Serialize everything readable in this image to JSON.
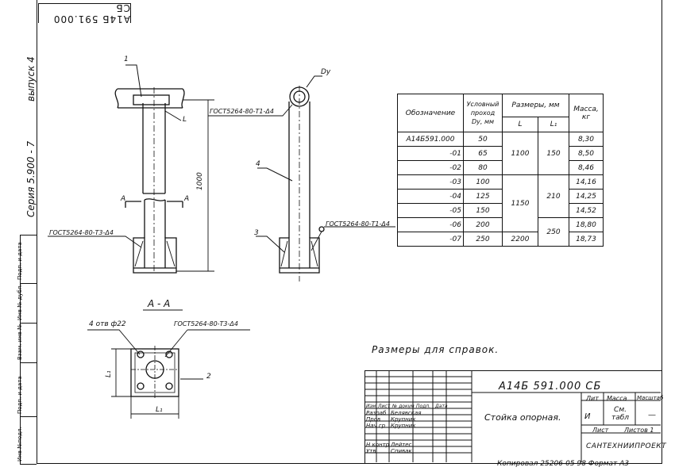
{
  "top_stamp": "А14Б 591.000 СБ",
  "side_labels": {
    "series": "Серия 5.900 - 7",
    "issue": "выпуск 4"
  },
  "side_strip": [
    "Инв №подл.",
    "Подп. и дата",
    "Взам. инв №",
    "Инв № дубл.",
    "Подп. и дата"
  ],
  "labels": {
    "pos1": "1",
    "L": "L",
    "A_left": "А",
    "A_right": "А",
    "dim_1000": "1000",
    "gost_t1_d4_top": "ГОСТ5264-80-Т1-Δ4",
    "gost_t3_d4_left": "ГОСТ5264-80-Т3-Δ4",
    "dy": "Dу",
    "pos4": "4",
    "pos3": "3",
    "gost_t1_d4_bottom": "ГОСТ5264-80-Т1-Δ4",
    "section": "А - А",
    "holes": "4 отв ф22",
    "gost_t3_d4_section": "ГОСТ5264-80-Т3-Δ4",
    "L1_left": "L₁",
    "L1_bottom": "L₁",
    "pos2": "2"
  },
  "table": {
    "headers": {
      "designation": "Обозначение",
      "passage": "Условный проход Dу, мм",
      "dims": "Размеры, мм",
      "L": "L",
      "L1": "L₁",
      "mass": "Масса, кг"
    },
    "rows": [
      {
        "des": "А14Б591.000",
        "dy": "50",
        "L": "",
        "L1": "",
        "mass": "8,30"
      },
      {
        "des": "-01",
        "dy": "65",
        "L": "1100",
        "L1": "150",
        "mass": "8,50"
      },
      {
        "des": "-02",
        "dy": "80",
        "L": "",
        "L1": "",
        "mass": "8,46"
      },
      {
        "des": "-03",
        "dy": "100",
        "L": "",
        "L1": "",
        "mass": "14,16"
      },
      {
        "des": "-04",
        "dy": "125",
        "L": "1150",
        "L1": "210",
        "mass": "14,25"
      },
      {
        "des": "-05",
        "dy": "150",
        "L": "",
        "L1": "",
        "mass": "14,52"
      },
      {
        "des": "-06",
        "dy": "200",
        "L": "",
        "L1": "250",
        "mass": "18,80"
      },
      {
        "des": "-07",
        "dy": "250",
        "L": "2200",
        "L1": "",
        "mass": "18,73"
      }
    ]
  },
  "note": "Размеры для справок.",
  "title_block": {
    "code": "А14Б 591.000 СБ",
    "name": "Стойка опорная.",
    "lit": "Лит",
    "massa": "Масса",
    "scale": "Масштаб",
    "mass_value": "См. табл",
    "scale_value": "—",
    "lit_value": "И",
    "sheet": "Лист",
    "sheets": "Листов 1",
    "org": "САНТЕХНИИПРОЕКТ",
    "head": [
      "Изм",
      "Лист",
      "№ докум",
      "Подп.",
      "Дата"
    ],
    "people": [
      {
        "role": "Разраб",
        "name": "Белявская"
      },
      {
        "role": "Пров",
        "name": "Крупник"
      },
      {
        "role": "Нач гр",
        "name": "Крупник"
      },
      {
        "role": "",
        "name": ""
      },
      {
        "role": "Н контр",
        "name": "Лейтес"
      },
      {
        "role": "Утв",
        "name": "Спивак"
      }
    ]
  },
  "copy_line": "Копировал 25206-05 98 Формат А3"
}
